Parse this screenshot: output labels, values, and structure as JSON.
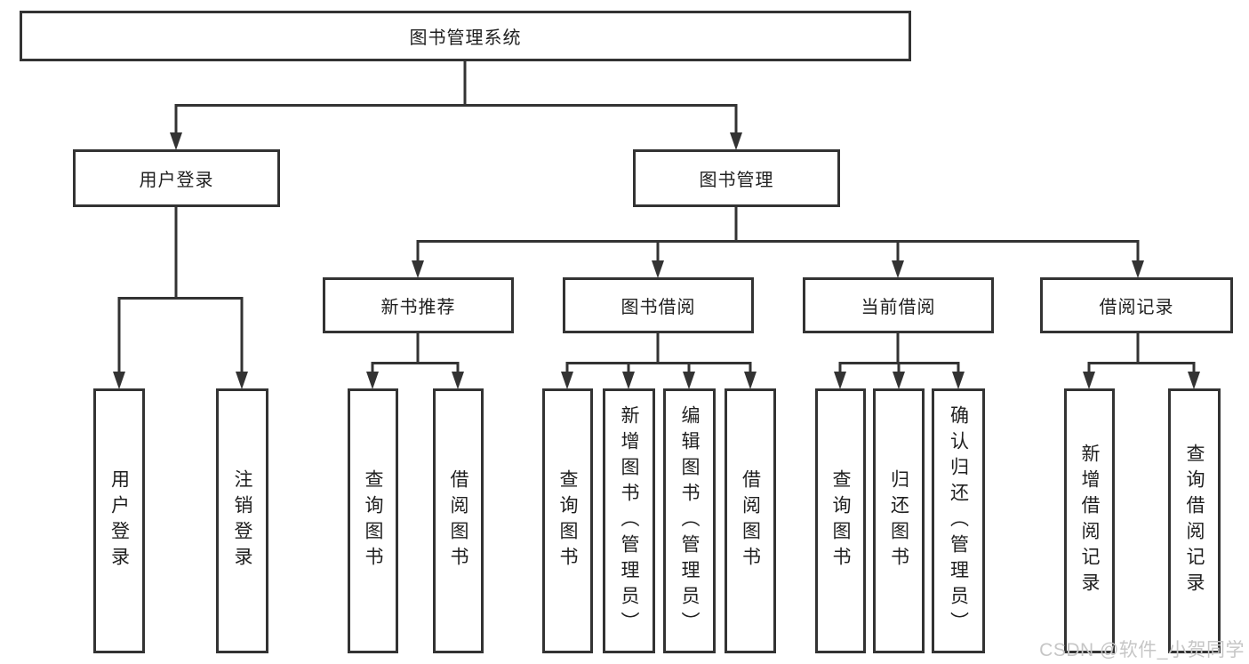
{
  "diagram": {
    "root": {
      "label": "图书管理系统"
    },
    "branches": [
      {
        "label": "用户登录",
        "children": [
          {
            "label": "用户登录"
          },
          {
            "label": "注销登录"
          }
        ]
      },
      {
        "label": "图书管理",
        "children": [
          {
            "label": "新书推荐",
            "children": [
              {
                "label": "查询图书"
              },
              {
                "label": "借阅图书"
              }
            ]
          },
          {
            "label": "图书借阅",
            "children": [
              {
                "label": "查询图书"
              },
              {
                "label": "新增图书（管理员）"
              },
              {
                "label": "编辑图书（管理员）"
              },
              {
                "label": "借阅图书"
              }
            ]
          },
          {
            "label": "当前借阅",
            "children": [
              {
                "label": "查询图书"
              },
              {
                "label": "归还图书"
              },
              {
                "label": "确认归还（管理员）"
              }
            ]
          },
          {
            "label": "借阅记录",
            "children": [
              {
                "label": "新增借阅记录"
              },
              {
                "label": "查询借阅记录"
              }
            ]
          }
        ]
      }
    ],
    "watermark": "CSDN @软件_小贺同学",
    "colors": {
      "line": "#333333",
      "text": "#1f1f1f",
      "watermark": "#c6c6c6",
      "background": "#ffffff"
    }
  }
}
